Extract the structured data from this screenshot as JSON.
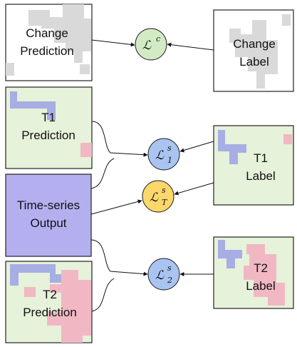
{
  "boxes": {
    "change_prediction": {
      "line1": "Change",
      "line2": "Prediction"
    },
    "change_label": {
      "line1": "Change",
      "line2": "Label"
    },
    "t1_prediction": {
      "line1": "T1",
      "line2": "Prediction"
    },
    "t1_label": {
      "line1": "T1",
      "line2": "Label"
    },
    "time_series_output": {
      "line1": "Time-series",
      "line2": "Output"
    },
    "t2_prediction": {
      "line1": "T2",
      "line2": "Prediction"
    },
    "t2_label": {
      "line1": "T2",
      "line2": "Label"
    }
  },
  "losses": {
    "change": {
      "base": "ℒ",
      "sup": "c",
      "sub": ""
    },
    "semantic_t1": {
      "base": "ℒ",
      "sup": "s",
      "sub": "1"
    },
    "semantic_T": {
      "base": "ℒ",
      "sup": "s",
      "sub": "T"
    },
    "semantic_t2": {
      "base": "ℒ",
      "sup": "s",
      "sub": "2"
    }
  },
  "colors": {
    "map_background": "#e6f2d9",
    "water": "#a7aee3",
    "building": "#f1b8c4",
    "change_building": "#d9d9d9",
    "time_series_fill": "#b4b0f0",
    "loss_change_fill": "#d3ebc5",
    "loss_semantic_fill": "#a9c4f1",
    "loss_temporal_fill": "#fbd86b"
  }
}
